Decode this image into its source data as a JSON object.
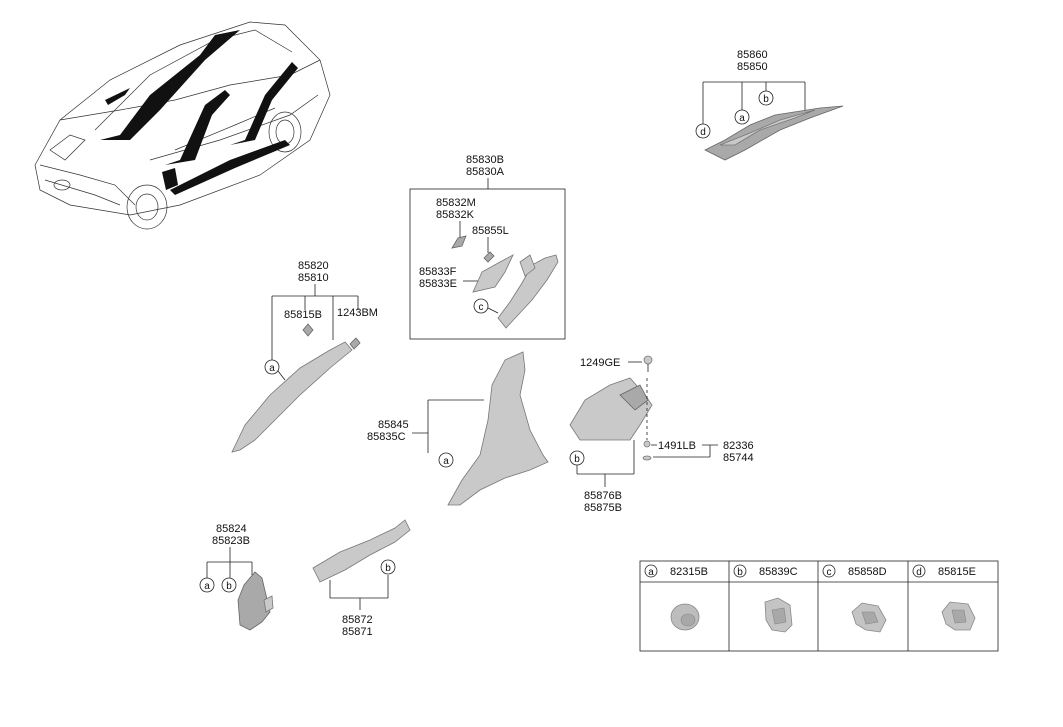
{
  "labels": {
    "l85860": "85860",
    "l85850": "85850",
    "l85830B": "85830B",
    "l85830A": "85830A",
    "l85832M": "85832M",
    "l85832K": "85832K",
    "l85855L": "85855L",
    "l85833F": "85833F",
    "l85833E": "85833E",
    "l85820": "85820",
    "l85810": "85810",
    "l85815B": "85815B",
    "l1243BM": "1243BM",
    "l1249GE": "1249GE",
    "l1491LB": "1491LB",
    "l82336": "82336",
    "l85744": "85744",
    "l85845": "85845",
    "l85835C": "85835C",
    "l85876B": "85876B",
    "l85875B": "85875B",
    "l85824": "85824",
    "l85823B": "85823B",
    "l85872": "85872",
    "l85871": "85871"
  },
  "callouts": {
    "a": "a",
    "b": "b",
    "c": "c",
    "d": "d"
  },
  "legend": [
    {
      "letter": "a",
      "part": "82315B"
    },
    {
      "letter": "b",
      "part": "85839C"
    },
    {
      "letter": "c",
      "part": "85858D"
    },
    {
      "letter": "d",
      "part": "85815E"
    }
  ]
}
